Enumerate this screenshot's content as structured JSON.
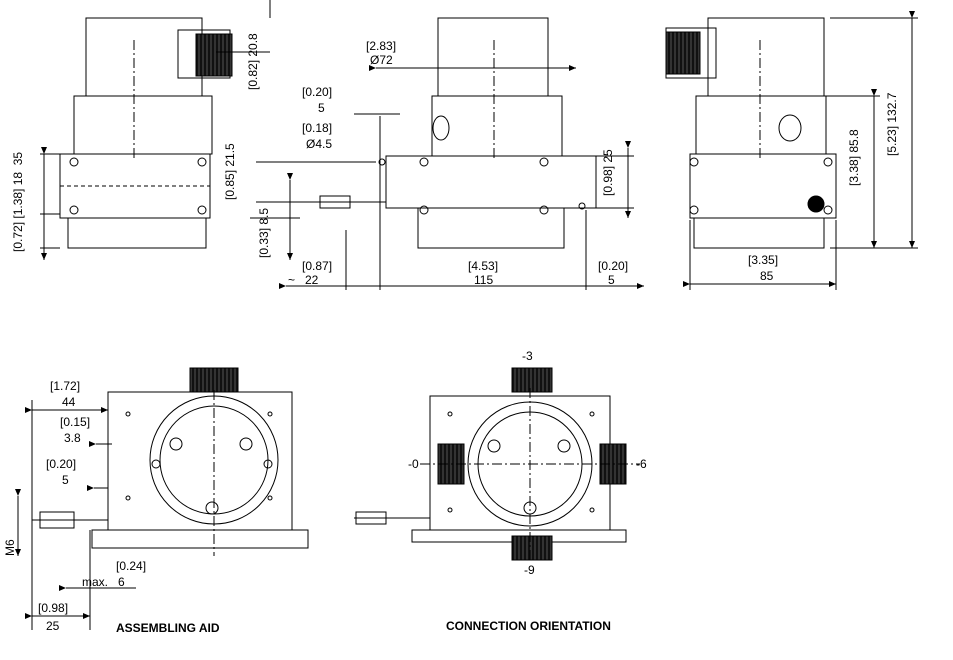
{
  "dimensions": {
    "v20_8": "[0.82] 20.8",
    "d72": "[2.83]",
    "d72b": "Ø72",
    "d5a": "[0.20]",
    "d5b": "5",
    "d45a": "[0.18]",
    "d45b": "Ø4.5",
    "v21_5": "[0.85] 21.5",
    "v8_5": "[0.33] 8.5",
    "v25": "[0.98] 25",
    "v35": "[0.72] [1.38] 18  35",
    "d22a": "[0.87]",
    "d22b": "~   22",
    "d115a": "[4.53]",
    "d115b": "115",
    "d5ra": "[0.20]",
    "d5rb": "5",
    "v85_8": "[3.38] 85.8",
    "v132_7": "[5.23] 132.7",
    "d85a": "[3.35]",
    "d85b": "85",
    "d44a": "[1.72]",
    "d44b": "44",
    "d38a": "[0.15]",
    "d38b": "3.8",
    "d5ca": "[0.20]",
    "d5cb": "5",
    "m6": "M6",
    "d024": "[0.24]",
    "dmax": "max.   6",
    "d25a": "[0.98]",
    "d25b": "25"
  },
  "orientation": {
    "top": "-3",
    "left": "-0",
    "right": "-6",
    "bottom": "-9"
  },
  "captions": {
    "assembling": "ASSEMBLING AID",
    "connection": "CONNECTION ORIENTATION"
  }
}
